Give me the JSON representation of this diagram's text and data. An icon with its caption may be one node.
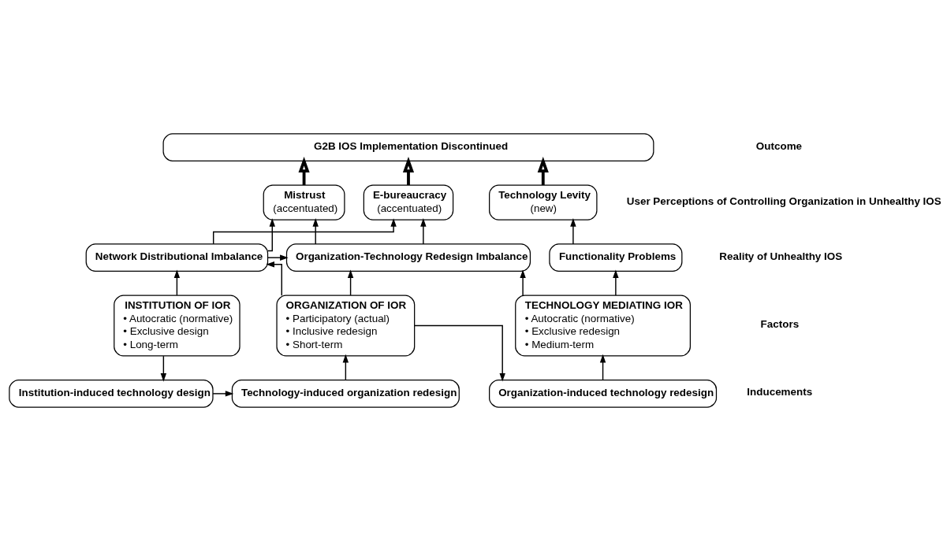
{
  "diagram": {
    "nodes": [
      {
        "text": [
          "G2B IOS Implementation Discontinued"
        ]
      },
      {
        "text": [
          "E-bureaucracy",
          "(accentuated)"
        ]
      },
      {
        "text": [
          "Mistrust",
          "(accentuated)"
        ]
      },
      {
        "text": [
          "Technology Levity",
          "(new)"
        ]
      },
      {
        "text": [
          "Network Distributional Imbalance"
        ]
      },
      {
        "text": [
          "Organization-Technology Redesign Imbalance"
        ]
      },
      {
        "text": [
          "Functionality Problems"
        ]
      },
      {
        "text": [
          "INSTITUTION OF IOR",
          "• Autocratic (normative)",
          "• Exclusive design",
          "• Long-term"
        ]
      },
      {
        "text": [
          "ORGANIZATION OF IOR",
          "• Participatory (actual)",
          "• Inclusive redesign",
          "• Short-term"
        ]
      },
      {
        "text": [
          "TECHNOLOGY MEDIATING IOR",
          "• Autocratic (normative)",
          "• Exclusive redesign",
          "• Medium-term"
        ]
      },
      {
        "text": [
          "Institution-induced technology design"
        ]
      },
      {
        "text": [
          "Technology-induced organization redesign"
        ]
      },
      {
        "text": [
          "Organization-induced technology redesign"
        ]
      }
    ],
    "edges": [
      {
        "from": 1,
        "to": 0,
        "arrow": "to",
        "style": "thick"
      },
      {
        "from": 2,
        "to": 0,
        "arrow": "to",
        "style": "thick"
      },
      {
        "from": 3,
        "to": 0,
        "arrow": "to",
        "style": "thick"
      },
      {
        "from": 4,
        "to": 1,
        "arrow": "to"
      },
      {
        "from": 4,
        "to": 2,
        "arrow": "to"
      },
      {
        "from": 5,
        "to": 1,
        "arrow": "to"
      },
      {
        "from": 5,
        "to": 2,
        "arrow": "to"
      },
      {
        "from": 6,
        "to": 3,
        "arrow": "to"
      },
      {
        "from": 4,
        "to": 5,
        "arrow": "to"
      },
      {
        "from": 7,
        "to": 4,
        "arrow": "to"
      },
      {
        "from": 8,
        "to": 4,
        "arrow": "to"
      },
      {
        "from": 8,
        "to": 5,
        "arrow": "to"
      },
      {
        "from": 9,
        "to": 5,
        "arrow": "to"
      },
      {
        "from": 9,
        "to": 6,
        "arrow": "to"
      },
      {
        "from": 7,
        "to": 10,
        "arrow": "to"
      },
      {
        "from": 10,
        "to": 11,
        "arrow": "to"
      },
      {
        "from": 11,
        "to": 8,
        "arrow": "to"
      },
      {
        "from": 8,
        "to": 12,
        "arrow": "to"
      },
      {
        "from": 12,
        "to": 9,
        "arrow": "to"
      }
    ],
    "labels": [
      "Outcome",
      "User Perceptions of Controlling Organization in Unhealthy IOS",
      "Reality of Unhealthy IOS",
      "Factors",
      "Inducements"
    ]
  }
}
